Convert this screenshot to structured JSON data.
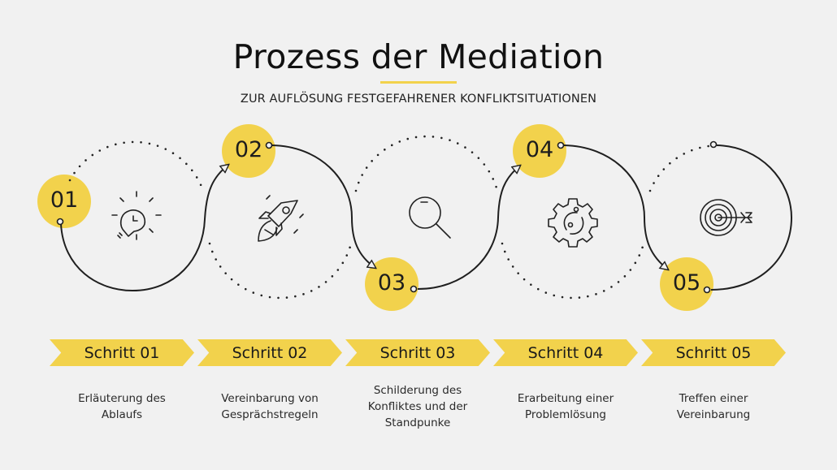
{
  "header": {
    "title": "Prozess der Mediation",
    "subtitle": "ZUR AUFLÖSUNG FESTGEFAHRENER KONFLIKTSITUATIONEN"
  },
  "colors": {
    "background": "#f1f1f1",
    "accent_yellow": "#f2d24c",
    "line": "#1f1f1f"
  },
  "steps": [
    {
      "number": "01",
      "icon": "lightbulb-icon",
      "label": "Schritt 01",
      "desc_line1": "Erläuterung des",
      "desc_line2": "Ablaufs",
      "desc_line3": ""
    },
    {
      "number": "02",
      "icon": "rocket-icon",
      "label": "Schritt 02",
      "desc_line1": "Vereinbarung von",
      "desc_line2": "Gesprächstregeln",
      "desc_line3": ""
    },
    {
      "number": "03",
      "icon": "magnifier-icon",
      "label": "Schritt 03",
      "desc_line1": "Schilderung des",
      "desc_line2": "Konfliktes und der",
      "desc_line3": "Standpunke"
    },
    {
      "number": "04",
      "icon": "gear-icon",
      "label": "Schritt 04",
      "desc_line1": "Erarbeitung einer",
      "desc_line2": "Problemlösung",
      "desc_line3": ""
    },
    {
      "number": "05",
      "icon": "target-icon",
      "label": "Schritt 05",
      "desc_line1": "Treffen einer",
      "desc_line2": "Vereinbarung",
      "desc_line3": ""
    }
  ]
}
